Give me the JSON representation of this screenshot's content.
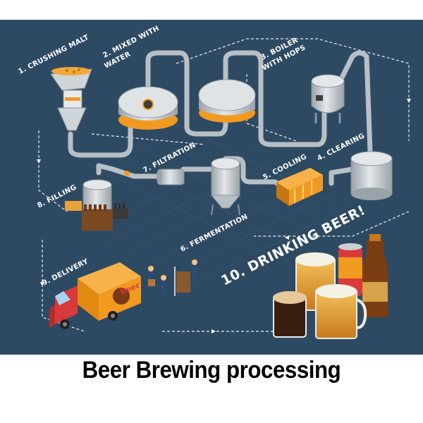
{
  "diagram": {
    "steps": [
      {
        "id": "1",
        "label": "1. CRUSHING MALT"
      },
      {
        "id": "2a",
        "label": "2. MIXED WITH"
      },
      {
        "id": "2b",
        "label": "WATER"
      },
      {
        "id": "3a",
        "label": "3. BOILER"
      },
      {
        "id": "3b",
        "label": "WITH HOPS"
      },
      {
        "id": "4",
        "label": "4. CLEARING"
      },
      {
        "id": "5",
        "label": "5. COOLING"
      },
      {
        "id": "6",
        "label": "6. FERMENTATION"
      },
      {
        "id": "7",
        "label": "7. FILTRATION"
      },
      {
        "id": "8",
        "label": "8. FILLING"
      },
      {
        "id": "9",
        "label": "9. DELIVERY"
      }
    ],
    "final_step": "10. DRINKING BEER!",
    "truck_logo": "Beer"
  },
  "caption": "Beer Brewing processing",
  "colors": {
    "background": "#2e4a63",
    "pipe": "#b8c0c6",
    "tank": "#cfd5d9",
    "accent_orange": "#f29a1f",
    "truck_red": "#d83a3a",
    "beer_amber": "#e9a33a"
  }
}
